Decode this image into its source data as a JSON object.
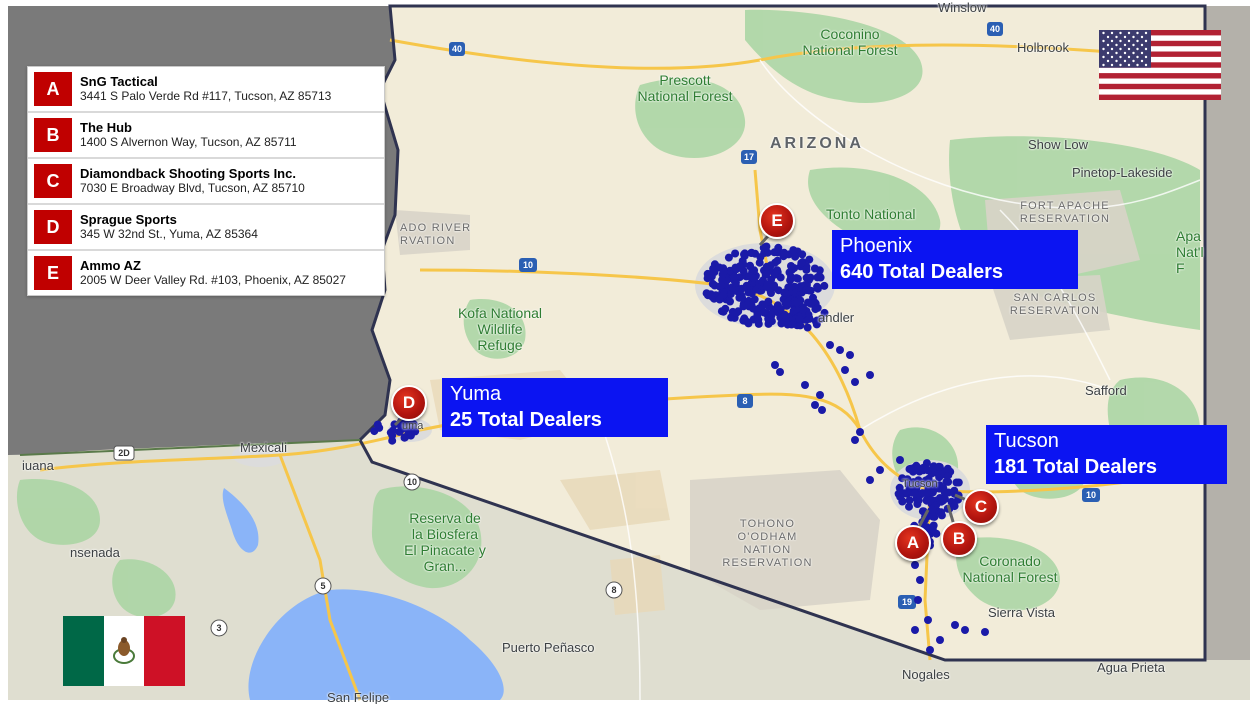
{
  "map": {
    "place_labels": {
      "winslow": "Winslow",
      "coconino": "Coconino\nNational Forest",
      "holbrook": "Holbrook",
      "prescott": "Prescott\nNational Forest",
      "arizona": "ARIZONA",
      "show_low": "Show Low",
      "pinetop": "Pinetop-Lakeside",
      "fort_apache": "FORT APACHE\nRESERVATION",
      "apache_forest": "Apa\nNat'l F",
      "tonto": "Tonto National",
      "colorado_river": "ADO RIVER\nRVATION",
      "san_carlos": "SAN CARLOS\nRESERVATION",
      "chandler": "andler",
      "kofa": "Kofa National\nWildlife\nRefuge",
      "safford": "Safford",
      "mexicali": "Mexicali",
      "tijuana": "iuana",
      "yuma": "uma",
      "tucson": "Tucson",
      "tohono": "TOHONO\nO'ODHAM\nNATION\nRESERVATION",
      "biosfera": "Reserva de\nla Biosfera\nEl Pinacate y\nGran...",
      "ensenada": "nsenada",
      "coronado": "Coronado\nNational Forest",
      "sierra_vista": "Sierra Vista",
      "puerto_penasco": "Puerto Peñasco",
      "agua_prieta": "Agua Prieta",
      "nogales": "Nogales",
      "san_felipe": "San Felipe"
    },
    "highway_shields": [
      "40",
      "40",
      "17",
      "10",
      "10",
      "8",
      "8",
      "2D",
      "5",
      "3",
      "10",
      "19"
    ],
    "dealer_dot_color": "#1a1aa8"
  },
  "legend": [
    {
      "letter": "A",
      "name": "SnG Tactical",
      "address": "3441 S Palo Verde Rd #117, Tucson, AZ 85713"
    },
    {
      "letter": "B",
      "name": "The Hub",
      "address": "1400 S Alvernon Way, Tucson, AZ 85711"
    },
    {
      "letter": "C",
      "name": "Diamondback Shooting Sports Inc.",
      "address": "7030 E Broadway Blvd, Tucson, AZ 85710"
    },
    {
      "letter": "D",
      "name": "Sprague Sports",
      "address": "345 W 32nd St., Yuma, AZ 85364"
    },
    {
      "letter": "E",
      "name": "Ammo AZ",
      "address": "2005 W Deer Valley Rd. #103, Phoenix, AZ 85027"
    }
  ],
  "callouts": {
    "phoenix": {
      "city": "Phoenix",
      "total": "640 Total Dealers"
    },
    "yuma": {
      "city": "Yuma",
      "total": "25 Total Dealers"
    },
    "tucson": {
      "city": "Tucson",
      "total": "181 Total Dealers"
    }
  },
  "pins": {
    "a": "A",
    "b": "B",
    "c": "C",
    "d": "D",
    "e": "E"
  },
  "flags": {
    "usa": "united-states-flag",
    "mexico": "mexico-flag"
  },
  "colors": {
    "callout_bg": "#0b14f2",
    "pin_red": "#c00000",
    "arizona_border": "#2f3350"
  }
}
